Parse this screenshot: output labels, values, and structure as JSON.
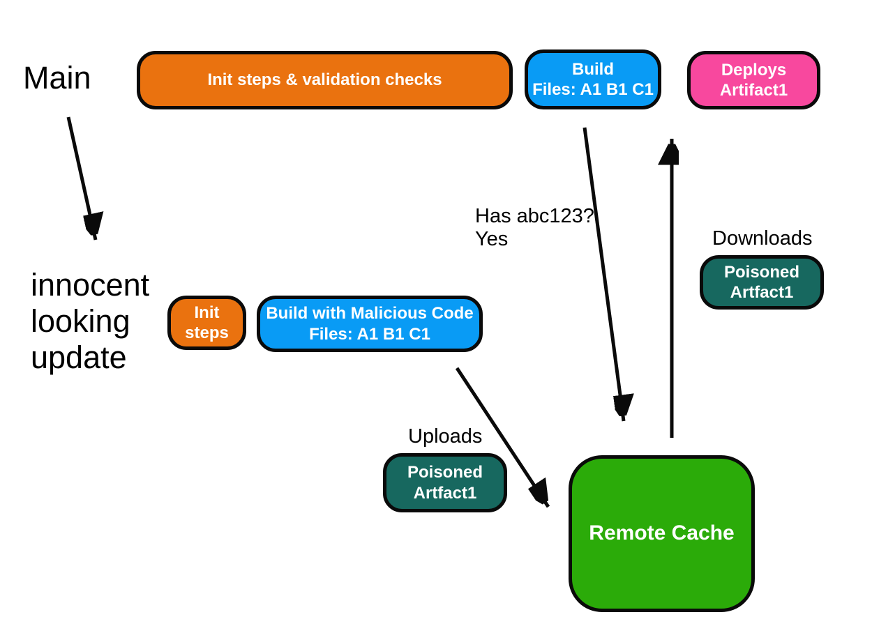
{
  "annotations": {
    "main": "Main",
    "innocent_update": "innocent\nlooking\nupdate",
    "has_abc123": "Has abc123?\nYes",
    "downloads": "Downloads",
    "uploads": "Uploads"
  },
  "nodes": {
    "init_validation": {
      "label": "Init steps & validation checks",
      "color": "#EA720F"
    },
    "build": {
      "lines": [
        "Build",
        "Files: A1 B1 C1"
      ],
      "color": "#099BF5"
    },
    "deploys": {
      "lines": [
        "Deploys",
        "Artifact1"
      ],
      "color": "#F8489E"
    },
    "init_steps": {
      "label": "Init steps",
      "color": "#EA720F"
    },
    "build_malicious": {
      "lines": [
        "Build with Malicious Code",
        "Files: A1 B1 C1"
      ],
      "color": "#099BF5"
    },
    "poisoned_download": {
      "lines": [
        "Poisoned",
        "Artfact1"
      ],
      "color": "#17685F"
    },
    "poisoned_upload": {
      "lines": [
        "Poisoned",
        "Artfact1"
      ],
      "color": "#17685F"
    },
    "remote_cache": {
      "label": "Remote Cache",
      "color": "#2BAB09"
    }
  },
  "arrows": [
    {
      "from": "Main",
      "to": "innocent looking update"
    },
    {
      "from": "Build",
      "to": "Remote Cache",
      "note": "Has abc123? Yes"
    },
    {
      "from": "Remote Cache",
      "to": "Deploys Artifact1",
      "note": "Downloads Poisoned Artfact1"
    },
    {
      "from": "Build with Malicious Code",
      "to": "Remote Cache",
      "note": "Uploads Poisoned Artfact1"
    }
  ],
  "colors": {
    "background": "#FFFFFF",
    "border": "#0A0A0A",
    "node_text": "#FFFFFF",
    "annotation_text": "#000000",
    "orange": "#EA720F",
    "blue": "#099BF5",
    "pink": "#F8489E",
    "teal": "#17685F",
    "green": "#2BAB09"
  }
}
